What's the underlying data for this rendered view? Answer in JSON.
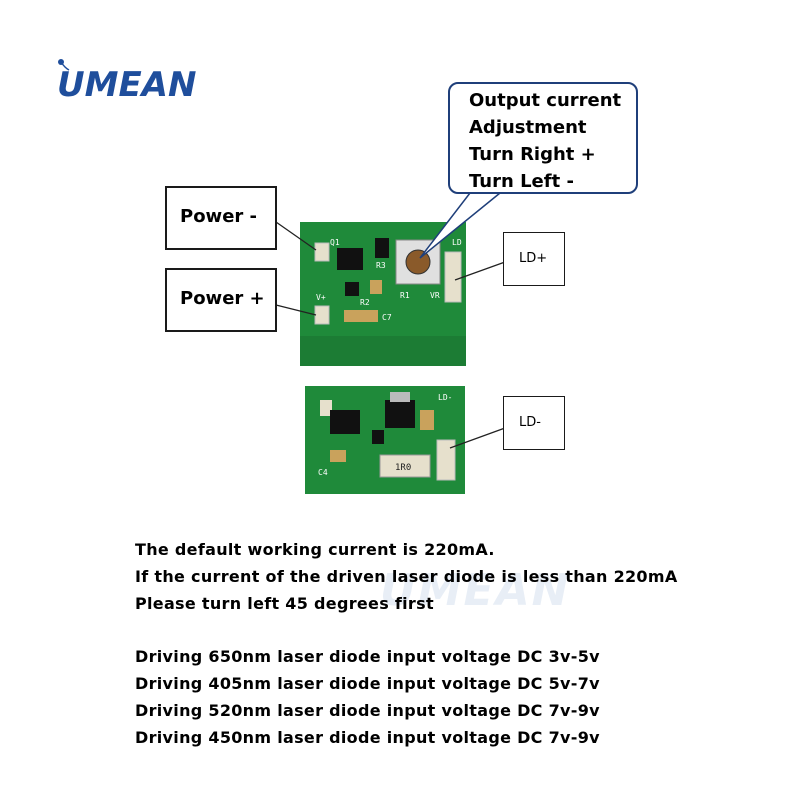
{
  "logo": {
    "text": "UMEAN",
    "color": "#1f4e9c"
  },
  "callouts": {
    "output": [
      "Output current",
      "Adjustment",
      "Turn Right +",
      "Turn Left -"
    ],
    "power_minus": "Power -",
    "power_plus": "Power +",
    "ld_plus": "LD+",
    "ld_minus": "LD-"
  },
  "pcb": {
    "color": "#1f8a3a",
    "labels": {
      "q1": "Q1",
      "r3": "R3",
      "v_plus": "V+",
      "r2": "R2",
      "c7": "C7",
      "r1": "R1",
      "vr": "VR",
      "ld_top": "LD",
      "ld_bottom": "LD-",
      "c4": "C4",
      "r1r0": "1R0"
    }
  },
  "watermark": "UMEAN",
  "info": {
    "lines_1": [
      "The default working current is 220mA.",
      "If the current of the driven laser diode is less than 220mA",
      "Please turn left 45 degrees first"
    ],
    "lines_2": [
      "Driving 650nm laser diode input voltage DC 3v-5v",
      "Driving 405nm laser diode input voltage DC 5v-7v",
      "Driving 520nm laser diode input voltage DC 7v-9v",
      "Driving 450nm laser diode input voltage DC 7v-9v"
    ]
  }
}
